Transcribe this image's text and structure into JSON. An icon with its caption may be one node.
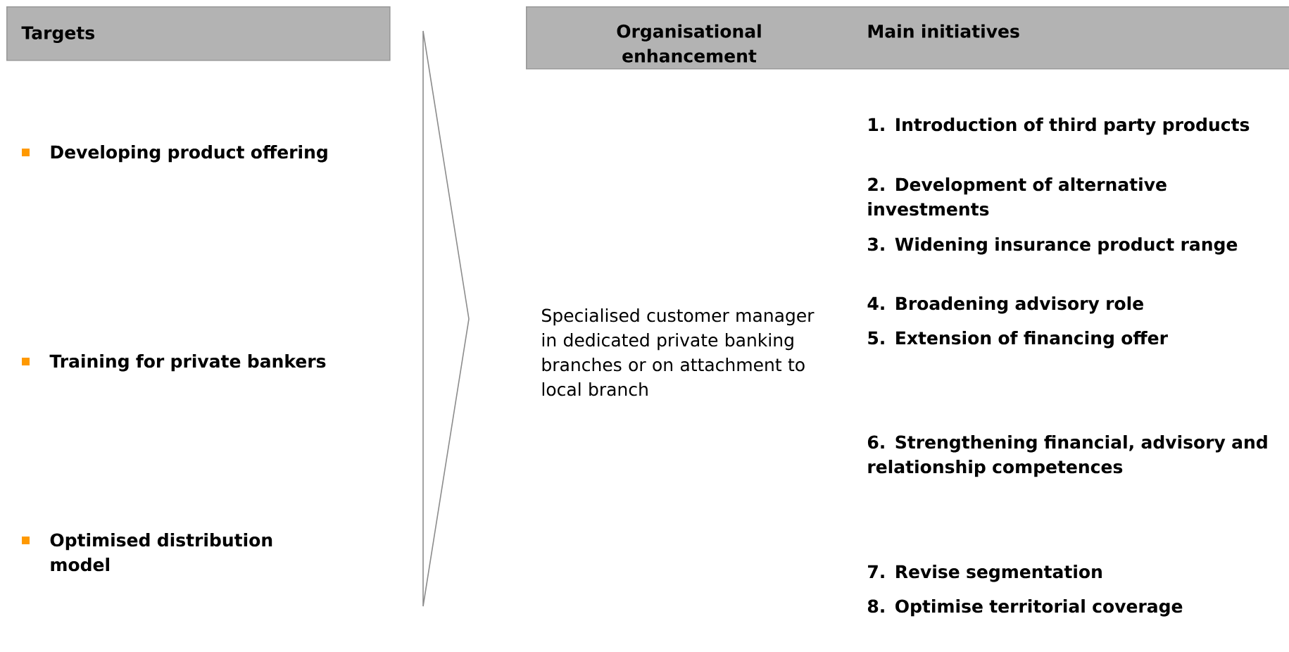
{
  "diagram": {
    "nodes": [
      {
        "text": [
          "Targets"
        ]
      },
      {
        "text": [
          "Organisational enhancement",
          "Main initiatives"
        ]
      }
    ],
    "edges": [],
    "labels": [
      "Developing product offering",
      "Training for private bankers",
      "Optimised distribution model",
      "Specialised customer manager in dedicated private banking branches or on attachment to local branch",
      "1. Introduction of third party products",
      "2. Development of alternative investments",
      "3. Widening insurance product range",
      "4. Broadening advisory role",
      "5. Extension of financing offer",
      "6. Strengthening financial, advisory and relationship competences",
      "7. Revise segmentation",
      "8. Optimise territorial coverage"
    ]
  }
}
